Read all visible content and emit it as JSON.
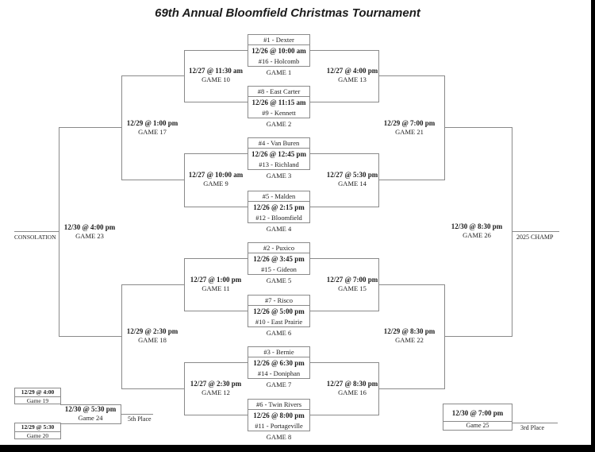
{
  "title": "69th Annual Bloomfield Christmas Tournament",
  "round1": [
    {
      "top_seed": "#1 - Dexter",
      "time": "12/26 @ 10:00 am",
      "bottom_seed": "#16 - Holcomb",
      "game": "GAME 1"
    },
    {
      "top_seed": "#8 - East Carter",
      "time": "12/26 @ 11:15 am",
      "bottom_seed": "#9 - Kennett",
      "game": "GAME 2"
    },
    {
      "top_seed": "#4 - Van Buren",
      "time": "12/26 @ 12:45 pm",
      "bottom_seed": "#13 - Richland",
      "game": "GAME 3"
    },
    {
      "top_seed": "#5 - Malden",
      "time": "12/26 @ 2:15 pm",
      "bottom_seed": "#12 - Bloomfield",
      "game": "GAME 4"
    },
    {
      "top_seed": "#2 - Puxico",
      "time": "12/26 @ 3:45 pm",
      "bottom_seed": "#15 - Gideon",
      "game": "GAME 5"
    },
    {
      "top_seed": "#7 - Risco",
      "time": "12/26 @ 5:00 pm",
      "bottom_seed": "#10 - East Prairie",
      "game": "GAME 6"
    },
    {
      "top_seed": "#3 - Bernie",
      "time": "12/26 @ 6:30 pm",
      "bottom_seed": "#14 - Doniphan",
      "game": "GAME 7"
    },
    {
      "top_seed": "#6 - Twin Rivers",
      "time": "12/26 @ 8:00 pm",
      "bottom_seed": "#11 - Portageville",
      "game": "GAME 8"
    }
  ],
  "left_bracket": {
    "round2": [
      {
        "time": "12/27 @ 11:30 am",
        "game": "GAME 10"
      },
      {
        "time": "12/27 @ 10:00 am",
        "game": "GAME 9"
      },
      {
        "time": "12/27 @ 1:00 pm",
        "game": "GAME 11"
      },
      {
        "time": "12/27 @ 2:30 pm",
        "game": "GAME 12"
      }
    ],
    "round3": [
      {
        "time": "12/29 @ 1:00 pm",
        "game": "GAME 17"
      },
      {
        "time": "12/29 @ 2:30 pm",
        "game": "GAME 18"
      }
    ],
    "final": {
      "time": "12/30 @ 4:00 pm",
      "game": "GAME 23",
      "result_label": "CONSOLATION"
    }
  },
  "right_bracket": {
    "round2": [
      {
        "time": "12/27 @ 4:00 pm",
        "game": "GAME 13"
      },
      {
        "time": "12/27 @ 5:30 pm",
        "game": "GAME 14"
      },
      {
        "time": "12/27 @ 7:00 pm",
        "game": "GAME 15"
      },
      {
        "time": "12/27 @ 8:30 pm",
        "game": "GAME 16"
      }
    ],
    "round3": [
      {
        "time": "12/29 @ 7:00 pm",
        "game": "GAME 21"
      },
      {
        "time": "12/29 @ 8:30 pm",
        "game": "GAME 22"
      }
    ],
    "final": {
      "time": "12/30 @ 8:30 pm",
      "game": "GAME 26",
      "result_label": "2025 CHAMP"
    }
  },
  "fifth_place": {
    "game19": {
      "time": "12/29 @ 4:00",
      "game": "Game 19"
    },
    "game20": {
      "time": "12/29 @ 5:30",
      "game": "Game 20"
    },
    "final": {
      "time": "12/30 @ 5:30 pm",
      "game": "Game 24"
    },
    "label": "5th Place"
  },
  "third_place": {
    "final": {
      "time": "12/30 @ 7:00 pm",
      "game": "Game 25"
    },
    "label": "3rd Place"
  },
  "colors": {
    "line": "#8a8a8a",
    "text": "#1c1c1c",
    "frame": "#000000"
  }
}
